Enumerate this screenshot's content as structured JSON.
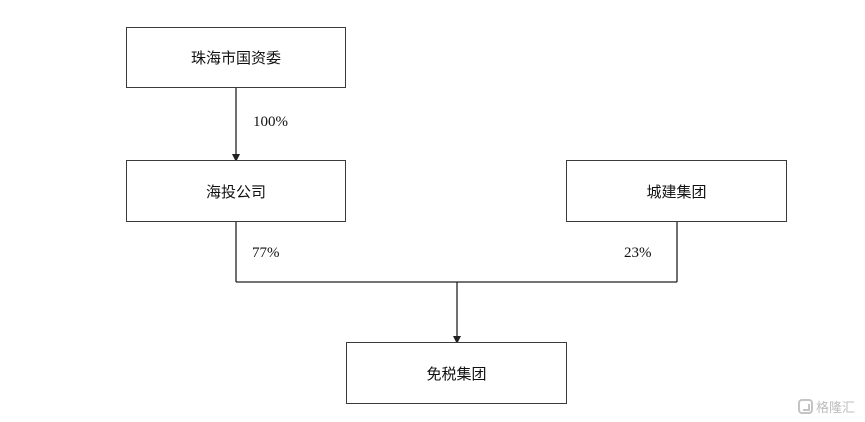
{
  "nodes": {
    "zhuhai_sasac": "珠海市国资委",
    "haitou": "海投公司",
    "chengjian": "城建集团",
    "duty_free": "免税集团"
  },
  "edges": {
    "sasac_to_haitou": "100%",
    "haitou_to_dutyfree": "77%",
    "chengjian_to_dutyfree": "23%"
  },
  "watermark": {
    "text": "格隆汇"
  }
}
